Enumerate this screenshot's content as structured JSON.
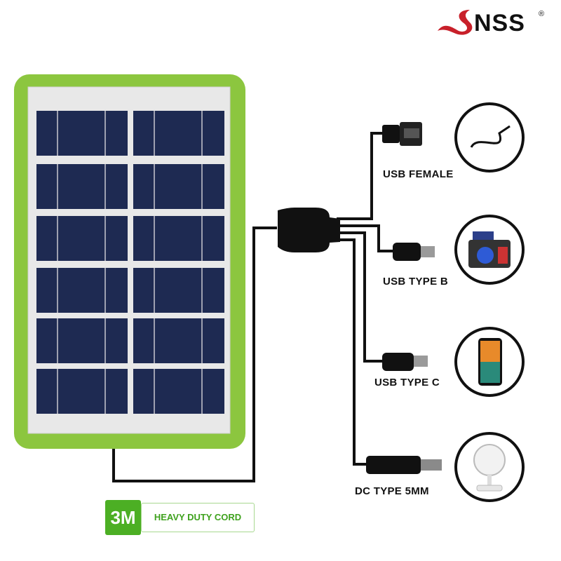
{
  "brand": {
    "name": "NSS",
    "registered": "®",
    "accent": "#c8202a"
  },
  "panel": {
    "frame_color": "#8cc63f",
    "cell_color": "#1e2a52"
  },
  "badge": {
    "length": "3M",
    "text": "HEAVY DUTY CORD",
    "color": "#4caf24"
  },
  "connectors": [
    {
      "label": "USB FEMALE",
      "device_icon": "cable-icon"
    },
    {
      "label": "USB TYPE B",
      "device_icon": "radio-icon"
    },
    {
      "label": "USB TYPE C",
      "device_icon": "phone-icon"
    },
    {
      "label": "DC TYPE 5MM",
      "device_icon": "fan-icon"
    }
  ]
}
